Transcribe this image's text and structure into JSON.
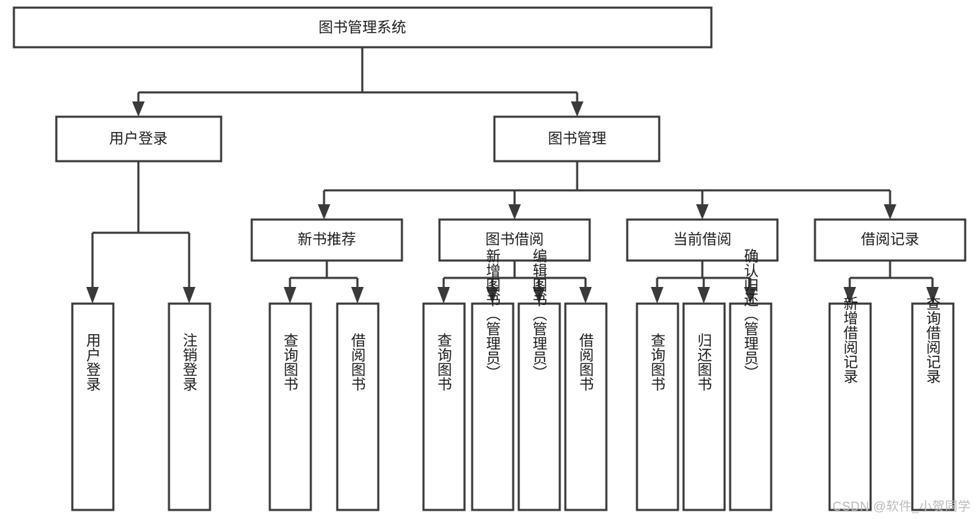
{
  "diagram": {
    "type": "hierarchy-tree",
    "title": "图书管理系统",
    "watermark": "CSDN @软件_小贺同学",
    "colors": {
      "stroke": "#3a3a3a",
      "box_fill": "#ffffff",
      "text": "#1c1c1c",
      "background": "#ffffff",
      "watermark": "#b9b9b9"
    },
    "root": {
      "label": "图书管理系统"
    },
    "level2": [
      {
        "label": "用户登录"
      },
      {
        "label": "图书管理"
      }
    ],
    "level3": [
      {
        "label": "新书推荐"
      },
      {
        "label": "图书借阅"
      },
      {
        "label": "当前借阅"
      },
      {
        "label": "借阅记录"
      }
    ],
    "leaves_user_login": [
      {
        "label": "用户登录"
      },
      {
        "label": "注销登录"
      }
    ],
    "leaves_new_book": [
      {
        "label": "查询图书"
      },
      {
        "label": "借阅图书"
      }
    ],
    "leaves_book_borrow": [
      {
        "label": "查询图书"
      },
      {
        "label": "新增图书（管理员）"
      },
      {
        "label": "编辑图书（管理员）"
      },
      {
        "label": "借阅图书"
      }
    ],
    "leaves_current_borrow": [
      {
        "label": "查询图书"
      },
      {
        "label": "归还图书"
      },
      {
        "label": "确认归还（管理员）"
      }
    ],
    "leaves_borrow_record": [
      {
        "label": "新增借阅记录"
      },
      {
        "label": "查询借阅记录"
      }
    ]
  }
}
